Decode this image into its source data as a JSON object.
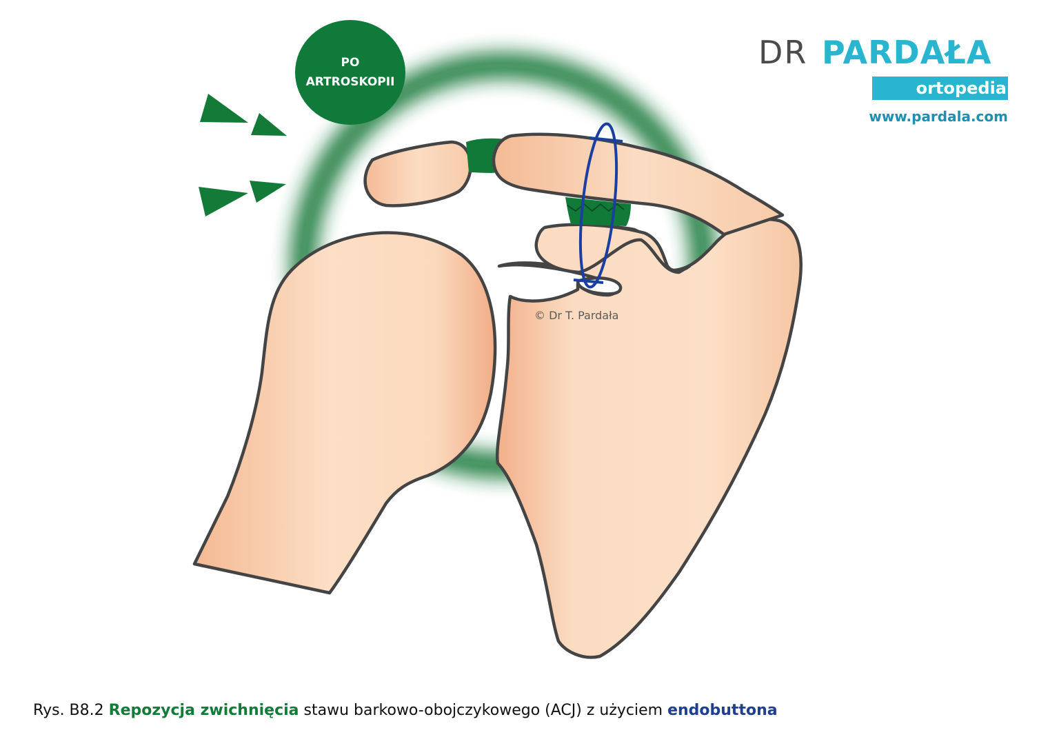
{
  "logo": {
    "prefix": "DR",
    "name": "PARDAŁA",
    "subtitle": "ortopedia",
    "url": "www.pardala.com",
    "accent_color": "#29b4cf"
  },
  "badge": {
    "line1": "PO",
    "line2": "ARTROSKOPII",
    "color": "#0f7a3a"
  },
  "copyright": "© Dr T. Pardała",
  "caption": {
    "prefix": "Rys. B8.2",
    "highlight_green": "Repozycja zwichnięcia",
    "middle": "stawu barkowo-obojczykowego (ACJ) z użyciem",
    "highlight_blue": "endobuttona"
  },
  "colors": {
    "bone_light": "#fbe0c8",
    "bone_dark": "#f2b18a",
    "outline": "#444444",
    "ligament": "#127a38",
    "glow": "#1b7a3e",
    "suture": "#1a3fa0"
  }
}
